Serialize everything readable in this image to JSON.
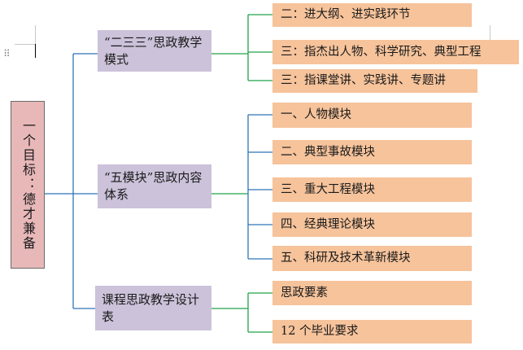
{
  "diagram": {
    "root": {
      "label": "一个目标：德才兼备"
    },
    "branches": [
      {
        "label": "“二三三”思政教学模式",
        "children": [
          "二：进大纲、进实践环节",
          "三：指杰出人物、科学研究、典型工程",
          "三：指课堂讲、实践讲、专题讲"
        ]
      },
      {
        "label": "“五模块”思政内容体系",
        "children": [
          "一、人物模块",
          "二、典型事故模块",
          "三、重大工程模块",
          "四、经典理论模块",
          "五、科研及技术革新模块"
        ]
      },
      {
        "label": "课程思政教学设计表",
        "children": [
          "思政要素",
          "12 个毕业要求"
        ]
      }
    ]
  },
  "colors": {
    "root_fill": "#e8b8b9",
    "branch_fill": "#ccc2da",
    "leaf_fill": "#f6c39b",
    "branch_connector": "#2e75b6",
    "leaf_connector_group1": "#22a24a",
    "leaf_connector_group2": "#2e75b6",
    "leaf_connector_group3": "#22a24a"
  },
  "editor": {
    "margin_icon": "drag-handle-icon"
  }
}
